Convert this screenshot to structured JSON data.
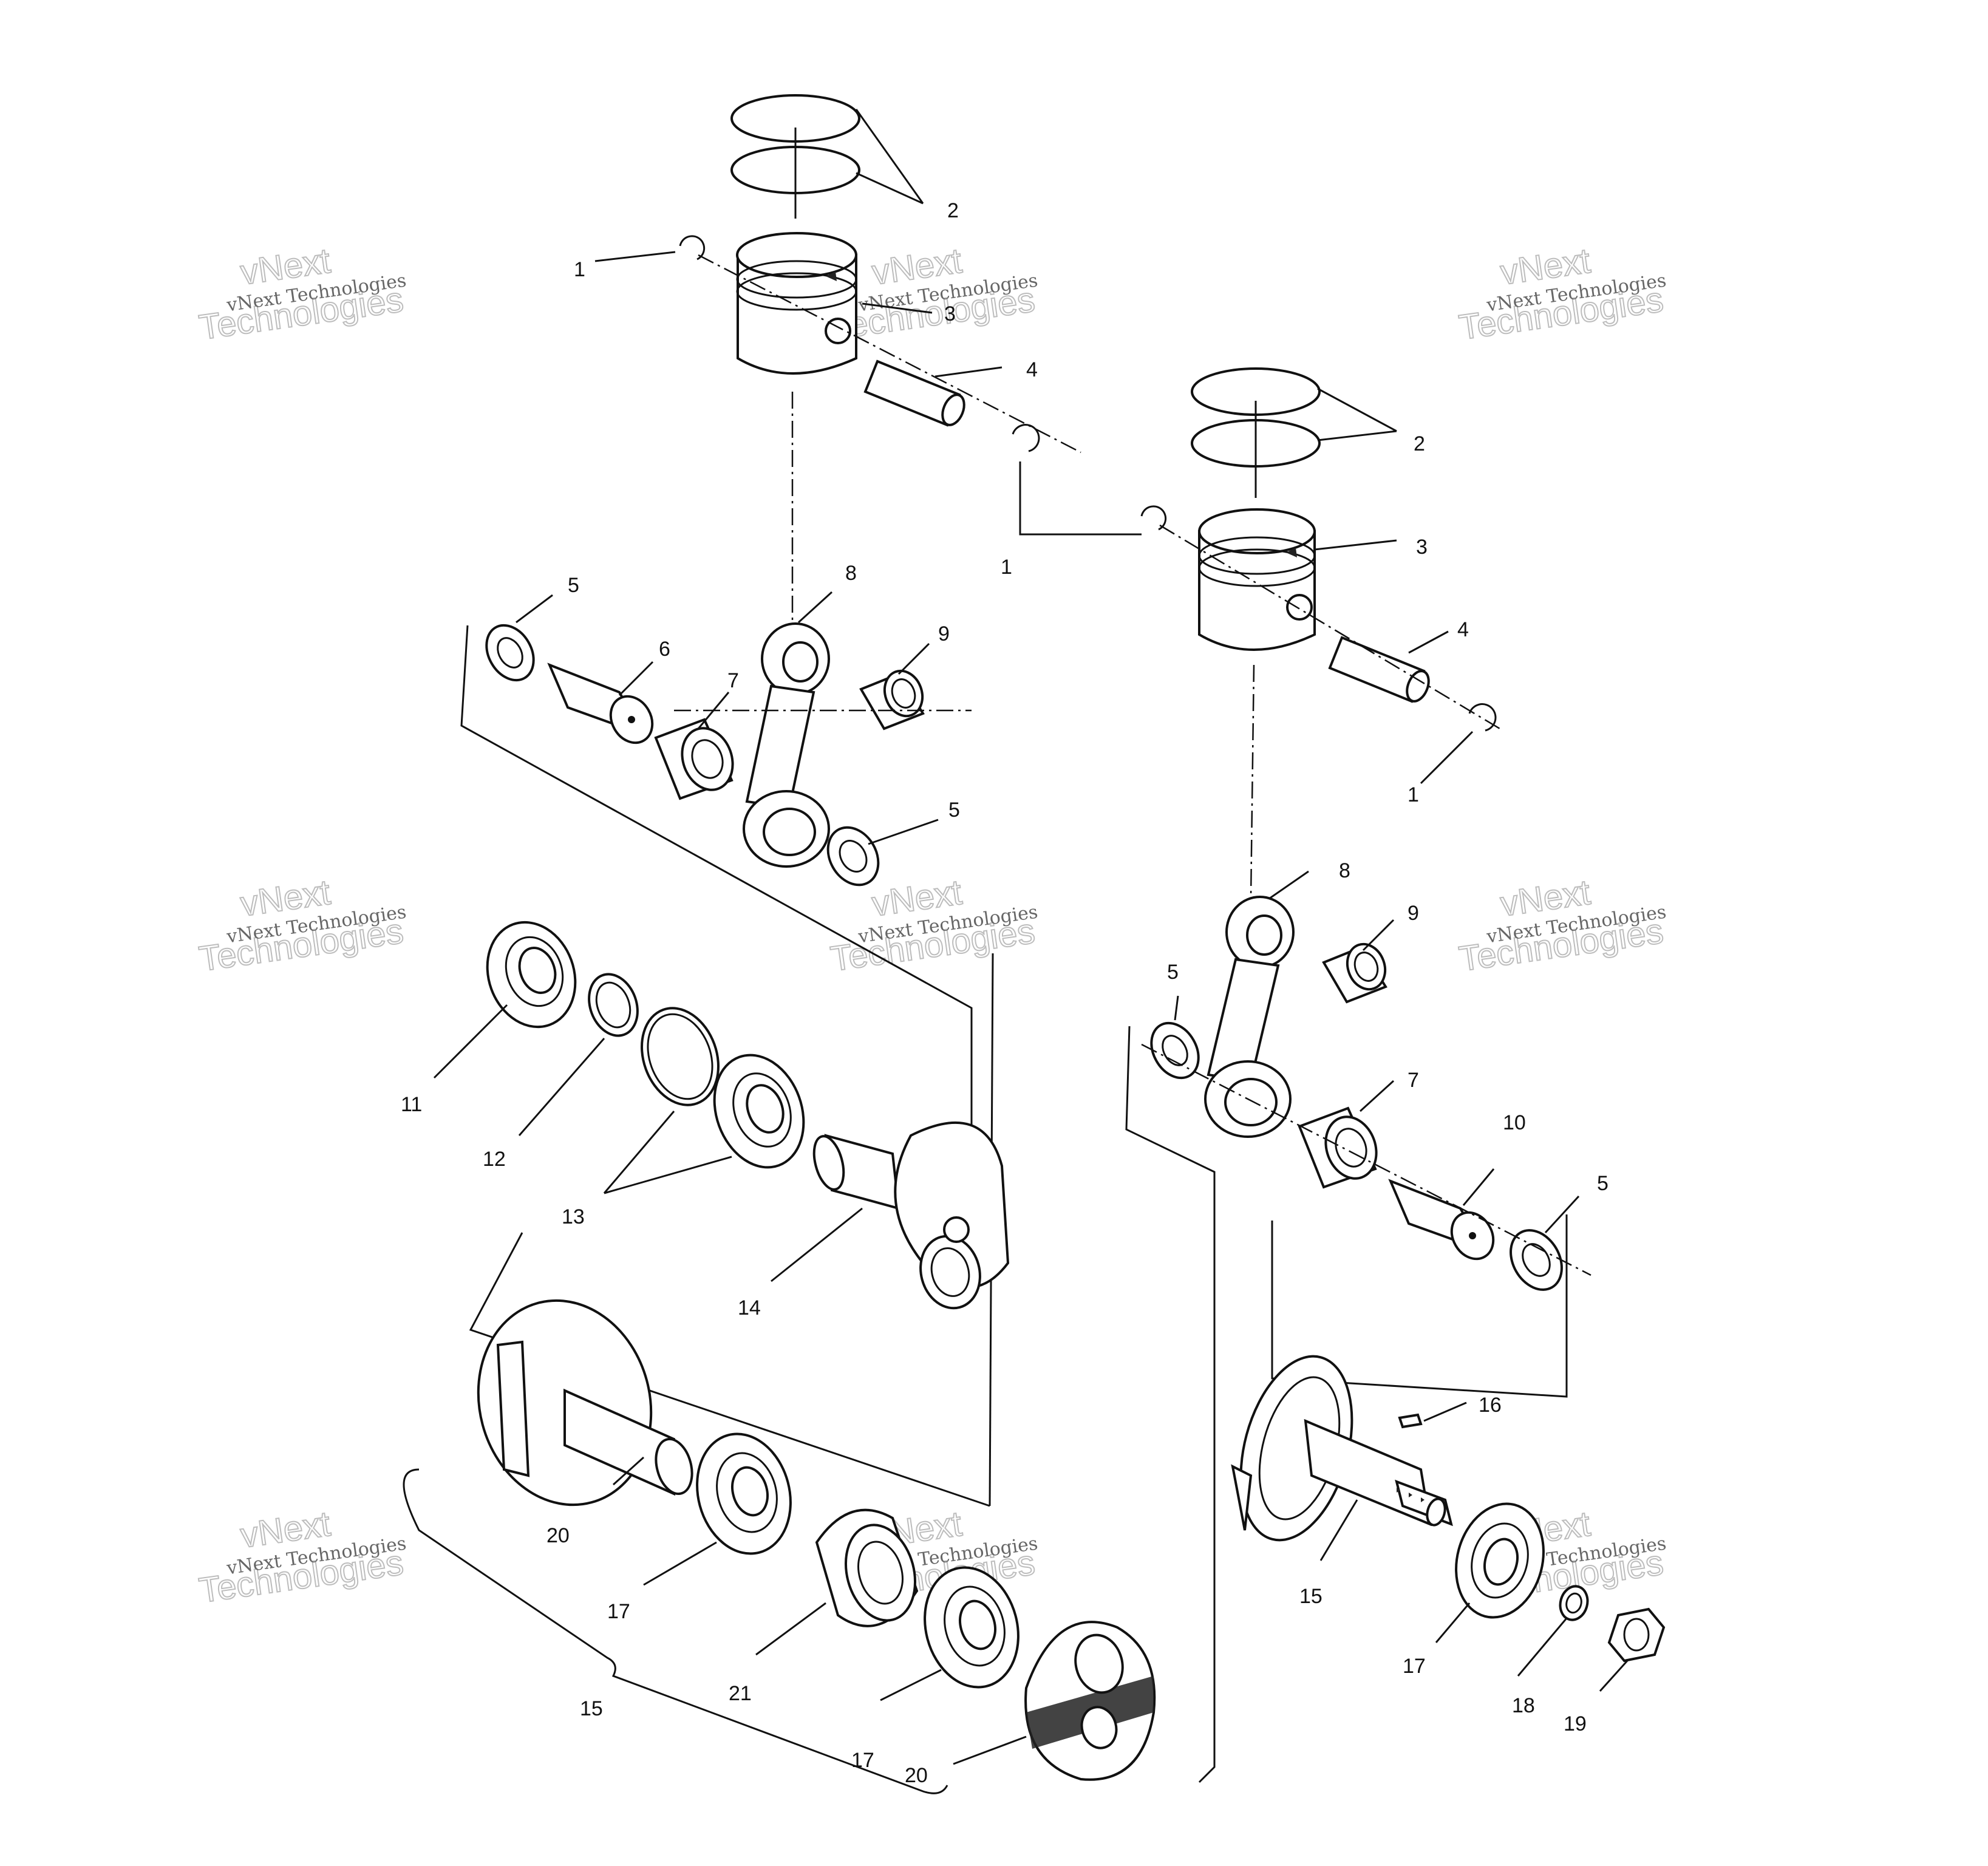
{
  "diagram": {
    "labels": [
      {
        "id": "l1a",
        "text": "1"
      },
      {
        "id": "l2a",
        "text": "2"
      },
      {
        "id": "l3a",
        "text": "3"
      },
      {
        "id": "l4a",
        "text": "4"
      },
      {
        "id": "l5a",
        "text": "5"
      },
      {
        "id": "l6a",
        "text": "6"
      },
      {
        "id": "l7a",
        "text": "7"
      },
      {
        "id": "l8a",
        "text": "8"
      },
      {
        "id": "l9a",
        "text": "9"
      },
      {
        "id": "l5b",
        "text": "5"
      },
      {
        "id": "l11",
        "text": "11"
      },
      {
        "id": "l12",
        "text": "12"
      },
      {
        "id": "l13",
        "text": "13"
      },
      {
        "id": "l14",
        "text": "14"
      },
      {
        "id": "l20a",
        "text": "20"
      },
      {
        "id": "l17a",
        "text": "17"
      },
      {
        "id": "l21",
        "text": "21"
      },
      {
        "id": "l15a",
        "text": "15"
      },
      {
        "id": "l17b",
        "text": "17"
      },
      {
        "id": "l20b",
        "text": "20"
      },
      {
        "id": "l2b",
        "text": "2"
      },
      {
        "id": "l1b",
        "text": "1"
      },
      {
        "id": "l3b",
        "text": "3"
      },
      {
        "id": "l4b",
        "text": "4"
      },
      {
        "id": "l1c",
        "text": "1"
      },
      {
        "id": "l8b",
        "text": "8"
      },
      {
        "id": "l9b",
        "text": "9"
      },
      {
        "id": "l5c",
        "text": "5"
      },
      {
        "id": "l7b",
        "text": "7"
      },
      {
        "id": "l10",
        "text": "10"
      },
      {
        "id": "l5d",
        "text": "5"
      },
      {
        "id": "l16",
        "text": "16"
      },
      {
        "id": "l15b",
        "text": "15"
      },
      {
        "id": "l17c",
        "text": "17"
      },
      {
        "id": "l18",
        "text": "18"
      },
      {
        "id": "l19",
        "text": "19"
      }
    ]
  },
  "watermark": {
    "big_line1": "vNext",
    "big_line2": "Technologies",
    "small": "vNext Technologies"
  }
}
